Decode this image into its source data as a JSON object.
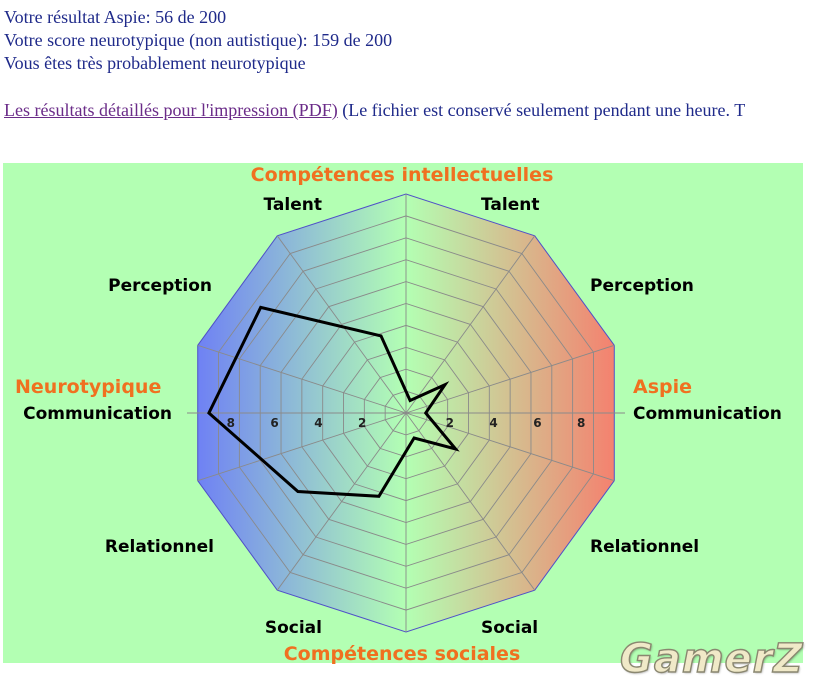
{
  "result": {
    "aspie_line": "Votre résultat Aspie: 56 de 200",
    "nt_line": "Votre score neurotypique (non autistique): 159 de 200",
    "verdict": "Vous êtes très probablement neurotypique"
  },
  "pdf": {
    "link_text": "Les résultats détaillés pour l'impression (PDF)",
    "note": " (Le fichier est conservé seulement pendant une heure. ",
    "trailing": "T"
  },
  "watermark": "GamerZ",
  "colors": {
    "panel_bg": "#b3ffb3",
    "nt_blue": "#6c7cf7",
    "aspie_red": "#f77c6c",
    "category_orange": "#f07020",
    "result_line": "#000000",
    "text_blue": "#1f2a8a",
    "link_purple": "#6a2b88"
  },
  "chart_data": {
    "type": "radar",
    "title": "Compétences intellectuelles",
    "bottom_title": "Compétences sociales",
    "left_label": "Neurotypique",
    "right_label": "Aspie",
    "left_axes": [
      "Talent",
      "Perception",
      "Communication",
      "Relationnel",
      "Social"
    ],
    "right_axes": [
      "Talent",
      "Perception",
      "Communication",
      "Relationnel",
      "Social"
    ],
    "ticks": [
      2,
      4,
      6,
      8
    ],
    "range": [
      0,
      10
    ],
    "grid": true,
    "series": [
      {
        "right_values": [
          0.6,
          2.2,
          0.9,
          2.8,
          1.2
        ],
        "left_values": [
          3.7,
          8.2,
          9.0,
          6.1,
          4.0
        ]
      }
    ]
  }
}
